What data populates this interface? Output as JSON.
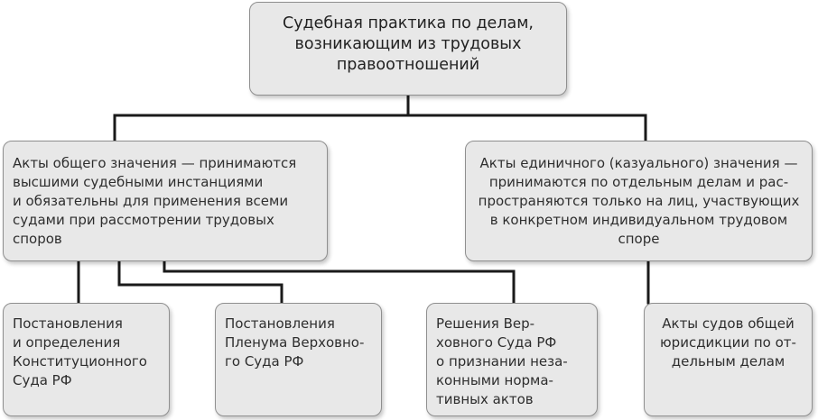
{
  "diagram": {
    "root": {
      "text": "Судебная практика по делам,\nвозникающим из трудовых\nправоотношений"
    },
    "branches": [
      {
        "text": "Акты общего значения — принимаются\nвысшими судебными инстанциями\nи обязательны для применения всеми\nсудами при рассмотрении трудовых\nспоров",
        "children": [
          {
            "text": "Постановления\nи определения\nКонституционного\nСуда РФ"
          },
          {
            "text": "Постановления\nПленума Верховно-\nго Суда РФ"
          },
          {
            "text": "Решения Вер-\nховного Суда РФ\nо признании неза-\nконными норма-\nтивных актов"
          }
        ]
      },
      {
        "text": "Акты единичного (казуального) значения —\nпринимаются по отдельным делам и рас-\nпространяются только на лиц, участвующих\nв конкретном индивидуальном трудовом\nспоре",
        "children": [
          {
            "text": "Акты судов общей\nюрисдикции по от-\nдельным делам"
          }
        ]
      }
    ]
  }
}
